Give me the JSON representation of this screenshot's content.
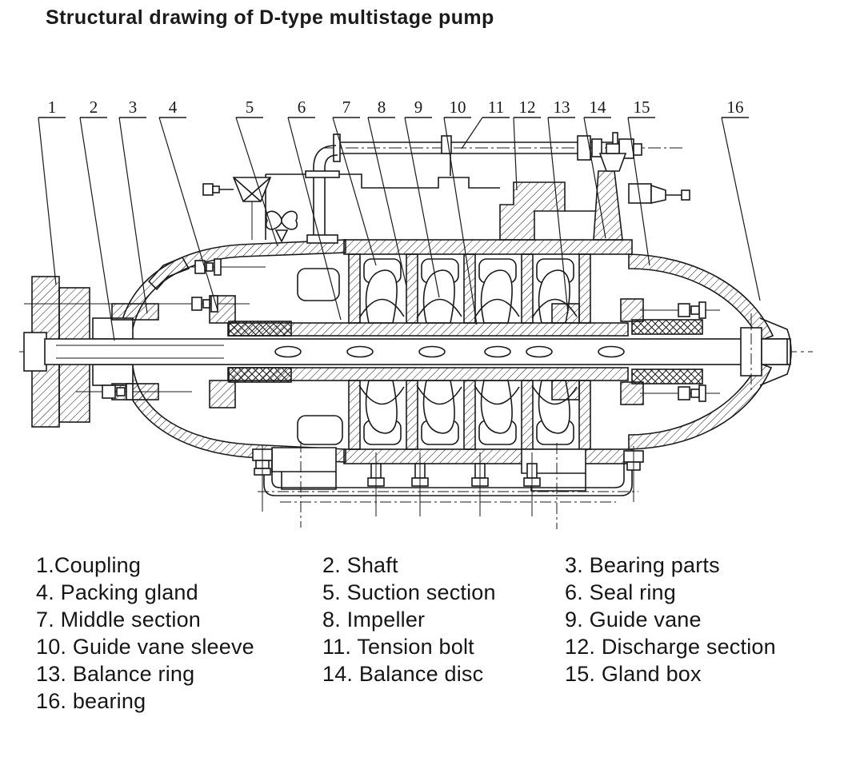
{
  "title": "Structural drawing of D-type multistage pump",
  "drawing": {
    "description": "cross-section line drawing of a horizontal D-type multistage centrifugal pump",
    "callout_numbers": [
      "1",
      "2",
      "3",
      "4",
      "5",
      "6",
      "7",
      "8",
      "9",
      "10",
      "11",
      "12",
      "13",
      "14",
      "15",
      "16"
    ]
  },
  "legend": {
    "items": [
      "1.Coupling",
      "2. Shaft",
      "3. Bearing parts",
      "4. Packing gland",
      "5. Suction section",
      "6. Seal ring",
      "7. Middle section",
      "8. Impeller",
      "9. Guide vane",
      "10. Guide vane sleeve",
      "11. Tension bolt",
      "12. Discharge section",
      "13. Balance ring",
      "14. Balance disc",
      "15. Gland box",
      "16. bearing"
    ]
  },
  "colors": {
    "ink": "#1a1a1a",
    "background": "#ffffff"
  }
}
